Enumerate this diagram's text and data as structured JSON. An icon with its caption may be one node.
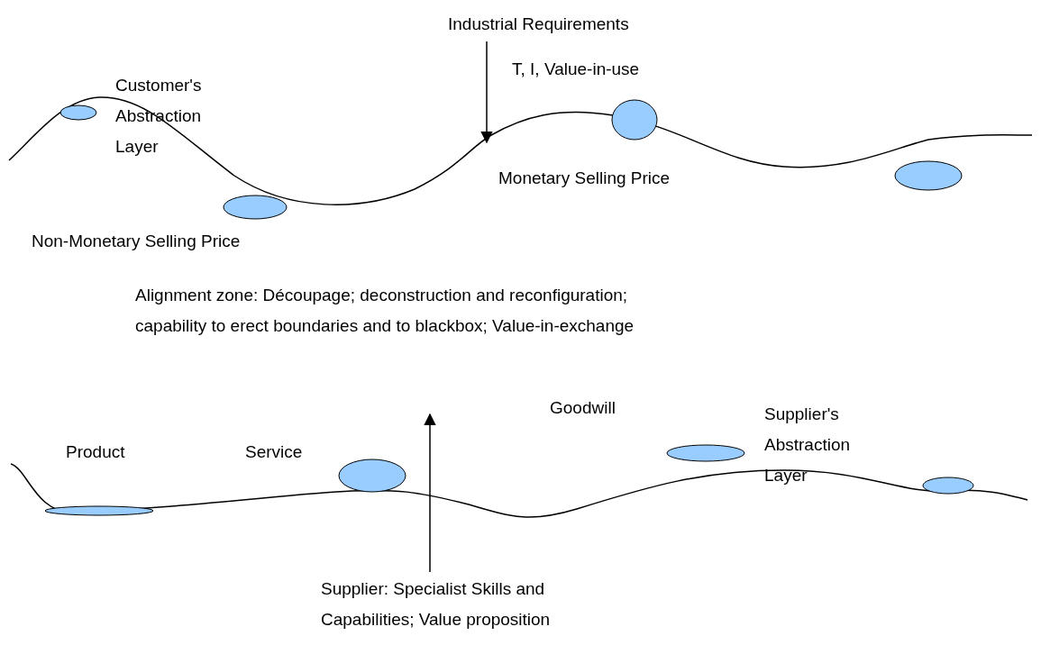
{
  "diagram": {
    "nodes": [
      {
        "text": [
          "Industrial Requirements"
        ]
      },
      {
        "text": [
          "Supplier: Specialist Skills and Capabilities; Value proposition"
        ]
      }
    ],
    "edges": [
      {
        "from": 0,
        "to": null,
        "arrow": "to"
      },
      {
        "from": 1,
        "to": null,
        "arrow": "to"
      }
    ],
    "labels": [
      "T, I, Value-in-use",
      "Customer's Abstraction Layer",
      "Monetary Selling Price",
      "Non-Monetary Selling Price",
      "Alignment zone: Découpage; deconstruction and reconfiguration; capability to erect boundaries and to blackbox; Value-in-exchange",
      "Goodwill",
      "Product",
      "Service",
      "Supplier's Abstraction Layer"
    ]
  }
}
